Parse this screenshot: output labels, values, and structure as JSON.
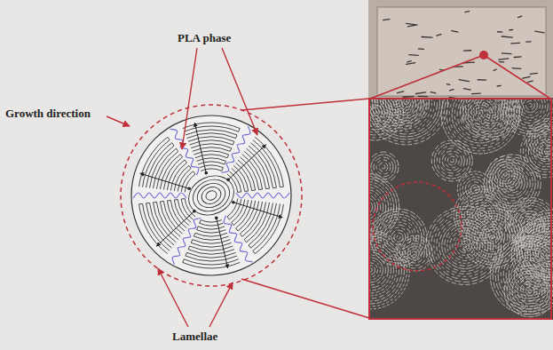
{
  "diagram": {
    "labels": [
      "PLA phase",
      "Growth direction",
      "Lamellae"
    ]
  }
}
